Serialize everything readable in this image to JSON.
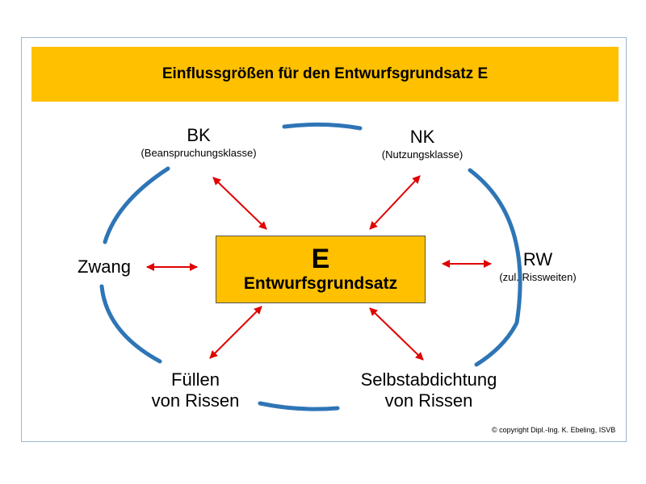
{
  "title": "Einflussgrößen für den Entwurfsgrundsatz E",
  "center": {
    "letter": "E",
    "label": "Entwurfsgrundsatz"
  },
  "nodes": {
    "bk": {
      "main": "BK",
      "sub": "(Beanspruchungsklasse)"
    },
    "nk": {
      "main": "NK",
      "sub": "(Nutzungsklasse)"
    },
    "zwang": {
      "main": "Zwang"
    },
    "rw": {
      "main": "RW",
      "sub": "(zul.  Rissweiten)"
    },
    "fuellen": {
      "line1": "Füllen",
      "line2": "von Rissen"
    },
    "selbst": {
      "line1": "Selbstabdichtung",
      "line2": "von Rissen"
    }
  },
  "copyright": "© copyright Dipl.-Ing. K. Ebeling, ISVB",
  "colors": {
    "accent": "#ffc000",
    "ring": "#2e75b6",
    "arrow": "#e00000"
  }
}
